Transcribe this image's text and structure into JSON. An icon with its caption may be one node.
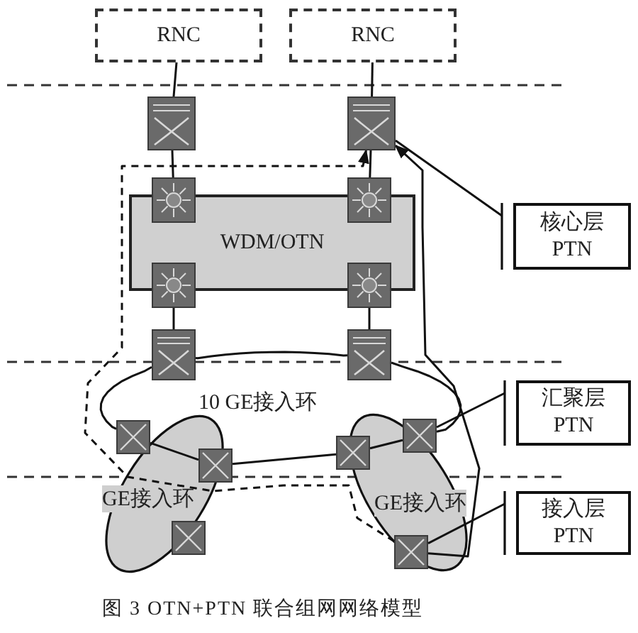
{
  "diagram": {
    "caption": "图 3 OTN+PTN 联合组网网络模型",
    "nodes": [
      {
        "text": [
          "RNC"
        ]
      },
      {
        "text": [
          "RNC"
        ]
      },
      {
        "text": [],
        "shape": "box"
      },
      {
        "text": [],
        "shape": "box"
      },
      {
        "text": [
          "WDM/OTN"
        ]
      },
      {
        "text": [],
        "shape": "box"
      },
      {
        "text": [],
        "shape": "box"
      },
      {
        "text": [],
        "shape": "box"
      },
      {
        "text": [],
        "shape": "box"
      },
      {
        "text": [],
        "shape": "box"
      },
      {
        "text": [],
        "shape": "box"
      },
      {
        "text": [
          "10 GE接入环"
        ]
      },
      {
        "text": [
          "GE接入环"
        ]
      },
      {
        "text": [
          "GE接入环"
        ]
      },
      {
        "text": [],
        "shape": "box"
      },
      {
        "text": [],
        "shape": "box"
      },
      {
        "text": [],
        "shape": "box",
        "in": 12
      },
      {
        "text": [],
        "shape": "box"
      },
      {
        "text": [],
        "shape": "box"
      },
      {
        "text": [],
        "shape": "box",
        "in": 13
      },
      {
        "text": [
          "核心层 PTN"
        ]
      },
      {
        "text": [
          "汇聚层 PTN"
        ]
      },
      {
        "text": [
          "接入层 PTN"
        ]
      }
    ],
    "edges": [
      {
        "from": 0,
        "to": 2,
        "arrow": "none"
      },
      {
        "from": 1,
        "to": 3,
        "arrow": "none"
      },
      {
        "from": 2,
        "to": 5,
        "arrow": "none"
      },
      {
        "from": 3,
        "to": 6,
        "arrow": "none"
      },
      {
        "from": 7,
        "to": 9,
        "arrow": "none"
      },
      {
        "from": 8,
        "to": 10,
        "arrow": "none"
      },
      {
        "from": 14,
        "to": 15,
        "arrow": "none"
      },
      {
        "from": 15,
        "to": 17,
        "arrow": "none"
      },
      {
        "from": 17,
        "to": 18,
        "arrow": "none"
      },
      {
        "from": 19,
        "to": 3,
        "arrow": "to",
        "style": "dashed"
      },
      {
        "from": 19,
        "to": 3,
        "arrow": "to"
      },
      {
        "from": 20,
        "to": 3,
        "arrow": "none"
      },
      {
        "from": 21,
        "to": 18,
        "arrow": "none"
      },
      {
        "from": 22,
        "to": 19,
        "arrow": "none"
      },
      {
        "from": 14,
        "to": 9,
        "arrow": "none"
      },
      {
        "from": 9,
        "to": 10,
        "arrow": "none"
      },
      {
        "from": 10,
        "to": 18,
        "arrow": "none"
      }
    ]
  }
}
